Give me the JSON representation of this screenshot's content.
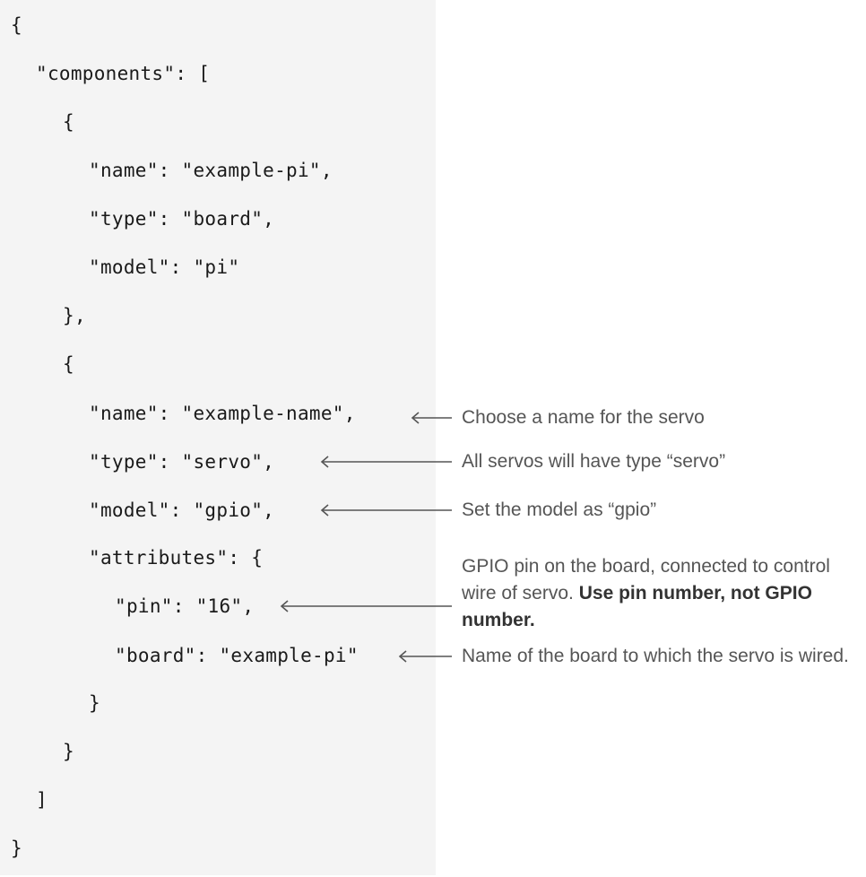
{
  "code": {
    "lines": [
      {
        "indent": 0,
        "text": "{"
      },
      {
        "indent": 1,
        "text": "\"components\": ["
      },
      {
        "indent": 2,
        "text": "{"
      },
      {
        "indent": 3,
        "text": "\"name\": \"example-pi\","
      },
      {
        "indent": 3,
        "text": "\"type\": \"board\","
      },
      {
        "indent": 3,
        "text": "\"model\": \"pi\""
      },
      {
        "indent": 2,
        "text": "},"
      },
      {
        "indent": 2,
        "text": "{"
      },
      {
        "indent": 3,
        "text": "\"name\": \"example-name\","
      },
      {
        "indent": 3,
        "text": "\"type\": \"servo\","
      },
      {
        "indent": 3,
        "text": "\"model\": \"gpio\","
      },
      {
        "indent": 3,
        "text": "\"attributes\": {"
      },
      {
        "indent": 4,
        "text": "\"pin\": \"16\","
      },
      {
        "indent": 4,
        "text": "\"board\": \"example-pi\""
      },
      {
        "indent": 3,
        "text": "}"
      },
      {
        "indent": 2,
        "text": "}"
      },
      {
        "indent": 1,
        "text": "]"
      },
      {
        "indent": 0,
        "text": "}"
      }
    ]
  },
  "annotations": {
    "name": {
      "text": "Choose a name for the servo"
    },
    "type": {
      "text": "All servos will have type “servo”"
    },
    "model": {
      "text": "Set the model as “gpio”"
    },
    "pin": {
      "text": "GPIO pin on the board, connected to control wire of servo.",
      "bold": "Use pin number, not GPIO number."
    },
    "board": {
      "text": "Name of the board to which the servo is wired."
    }
  },
  "colors": {
    "panel_bg": "#f4f4f4",
    "code_text": "#1a1a1a",
    "note_text": "#555555",
    "arrow": "#555555"
  }
}
